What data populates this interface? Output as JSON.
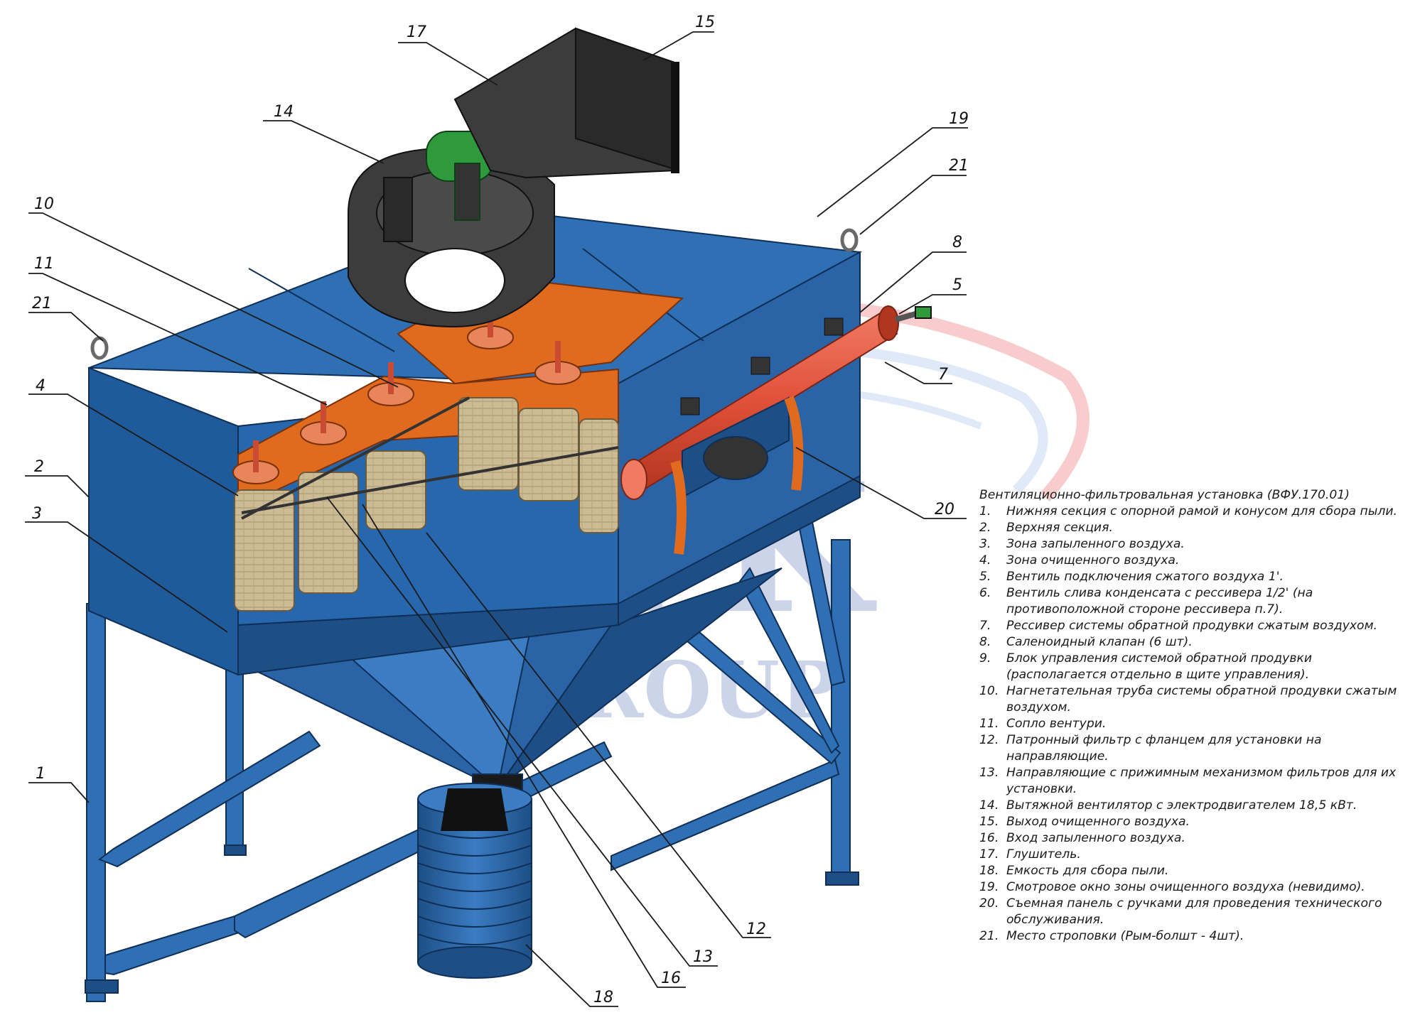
{
  "title": "Вентиляционно-фильтровальная установка (ВФУ.170.01)",
  "logo_text": "SPK GROUP",
  "legend": [
    {
      "num": "1.",
      "text": "Нижняя секция с опорной рамой и конусом для сбора пыли."
    },
    {
      "num": "2.",
      "text": "Верхняя секция."
    },
    {
      "num": "3.",
      "text": "Зона запыленного воздуха."
    },
    {
      "num": "4.",
      "text": "Зона очищенного воздуха."
    },
    {
      "num": "5.",
      "text": "Вентиль подключения сжатого воздуха 1'."
    },
    {
      "num": "6.",
      "text": "Вентиль слива конденсата с рессивера 1/2' (на противоположной стороне рессивера п.7)."
    },
    {
      "num": "7.",
      "text": "Рессивер системы обратной продувки сжатым воздухом."
    },
    {
      "num": "8.",
      "text": "Саленоидный клапан (6 шт)."
    },
    {
      "num": "9.",
      "text": "Блок управления системой обратной продувки (располагается отдельно в щите управления)."
    },
    {
      "num": "10.",
      "text": "Нагнетательная труба системы обратной продувки сжатым воздухом."
    },
    {
      "num": "11.",
      "text": "Сопло вентури."
    },
    {
      "num": "12.",
      "text": "Патронный фильтр с фланцем для установки на направляющие."
    },
    {
      "num": "13.",
      "text": "Направляющие с прижимным механизмом фильтров для их установки."
    },
    {
      "num": "14.",
      "text": "Вытяжной вентилятор с электродвигателем 18,5 кВт."
    },
    {
      "num": "15.",
      "text": "Выход очищенного воздуха."
    },
    {
      "num": "16.",
      "text": "Вход запыленного воздуха."
    },
    {
      "num": "17.",
      "text": "Глушитель."
    },
    {
      "num": "18.",
      "text": "Емкость для сбора пыли."
    },
    {
      "num": "19.",
      "text": "Смотровое окно зоны очищенного воздуха (невидимо)."
    },
    {
      "num": "20.",
      "text": "Съемная панель с ручками для проведения технического обслуживания."
    },
    {
      "num": "21.",
      "text": "Место строповки (Рым-болшт - 4шт)."
    }
  ],
  "callouts": {
    "c1": "1",
    "c2": "2",
    "c3": "3",
    "c4": "4",
    "c5": "5",
    "c7": "7",
    "c8": "8",
    "c10": "10",
    "c11": "11",
    "c12": "12",
    "c13": "13",
    "c14": "14",
    "c15": "15",
    "c16": "16",
    "c17": "17",
    "c18": "18",
    "c19": "19",
    "c20": "20",
    "c21a": "21",
    "c21b": "21"
  },
  "colors": {
    "housing_blue": "#2f6fb3",
    "housing_dark": "#1d4f86",
    "orange_plate": "#e06a1e",
    "receiver_red": "#e0503a",
    "fan_dark": "#3c3c3c",
    "motor_green": "#2e9a3c",
    "filter_tan": "#cdbb95"
  }
}
